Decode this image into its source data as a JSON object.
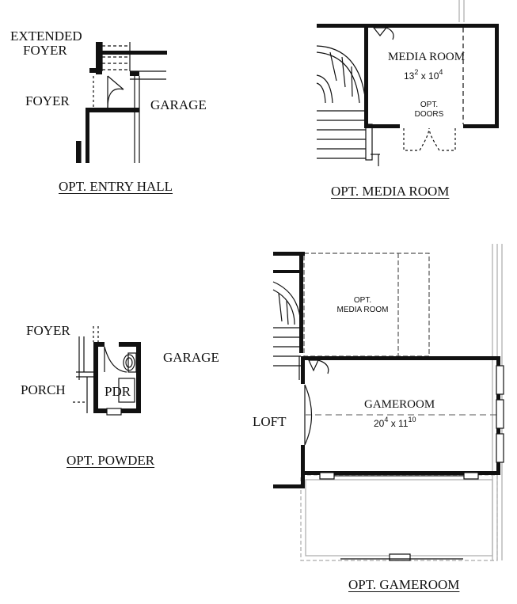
{
  "entry_hall": {
    "caption": "OPT. ENTRY HALL",
    "label_extended_foyer_1": "EXTENDED",
    "label_extended_foyer_2": "FOYER",
    "label_foyer": "FOYER",
    "label_garage": "GARAGE"
  },
  "media_room": {
    "caption": "OPT. MEDIA ROOM",
    "room_name": "MEDIA ROOM",
    "dim_a": "13",
    "dim_a_sup": "2",
    "dim_sep": " x ",
    "dim_b": "10",
    "dim_b_sup": "4",
    "opt_doors_1": "OPT.",
    "opt_doors_2": "DOORS"
  },
  "powder": {
    "caption": "OPT. POWDER",
    "label_foyer": "FOYER",
    "label_porch": "PORCH",
    "label_pdr": "PDR",
    "label_garage": "GARAGE"
  },
  "gameroom": {
    "caption": "OPT. GAMEROOM",
    "room_name": "GAMEROOM",
    "dim_a": "20",
    "dim_a_sup": "4",
    "dim_sep": " x ",
    "dim_b": "11",
    "dim_b_sup": "10",
    "label_loft": "LOFT",
    "opt_media_1": "OPT.",
    "opt_media_2": "MEDIA ROOM"
  }
}
